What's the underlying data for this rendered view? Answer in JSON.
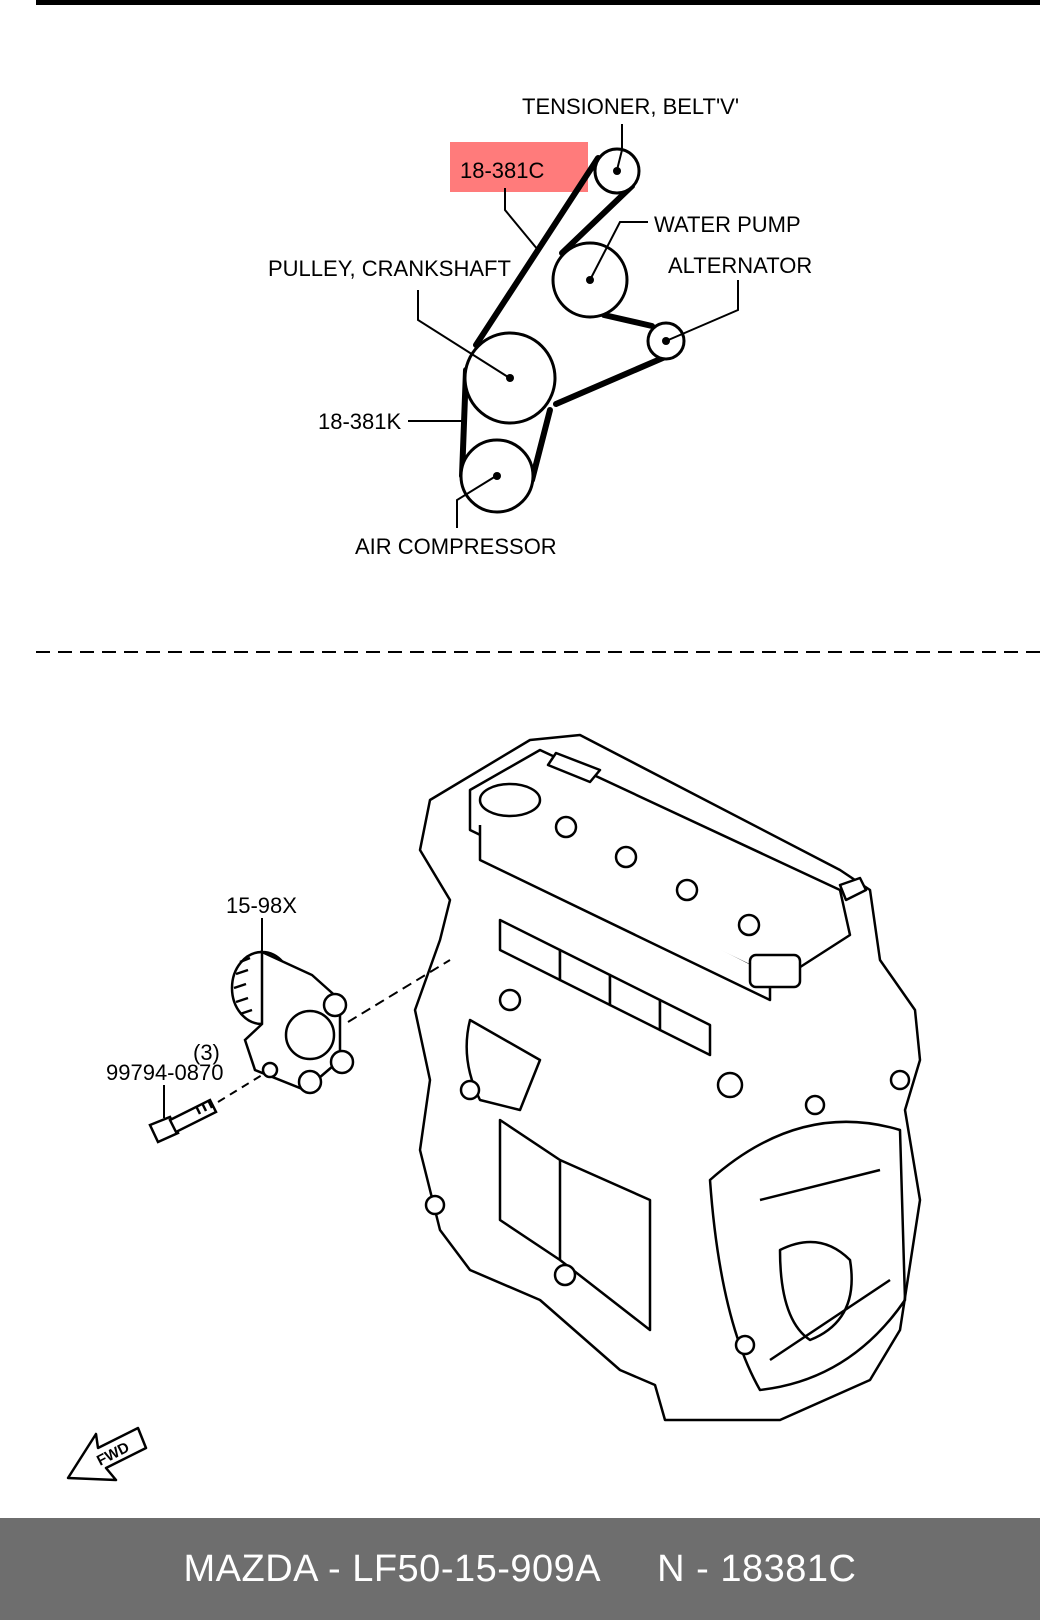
{
  "diagram": {
    "labels": {
      "tensioner": "TENSIONER, BELT'V'",
      "highlight_part": "18-381C",
      "water_pump": "WATER PUMP",
      "alternator": "ALTERNATOR",
      "crankshaft": "PULLEY, CRANKSHAFT",
      "belt_k": "18-381K",
      "air_compressor": "AIR COMPRESSOR",
      "tensioner_part": "15-98X",
      "bolt_qty": "(3)",
      "bolt_part": "99794-0870",
      "fwd": "FWD"
    },
    "highlight_color": "#ff7b7b"
  },
  "footer": {
    "brand_part": "MAZDA - LF50-15-909A",
    "cross_ref": "N - 18381C"
  }
}
